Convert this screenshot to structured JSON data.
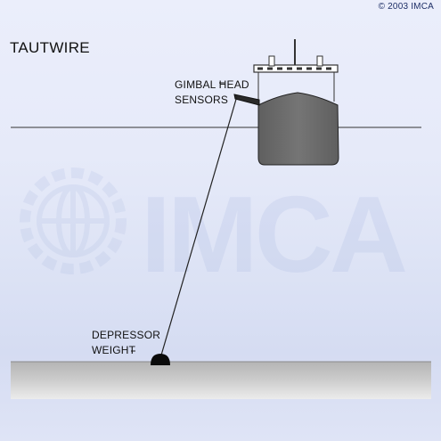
{
  "title": "TAUTWIRE",
  "copyright": "© 2003 IMCA",
  "labels": {
    "gimbal_line1": "GIMBAL HEAD",
    "gimbal_line2": "SENSORS",
    "depressor_line1": "DEPRESSOR",
    "depressor_line2": "WEIGHT"
  },
  "watermark": {
    "text": "IMCA",
    "icon": "globe-gear-icon"
  },
  "colors": {
    "background": "#e6eaf9",
    "hull": "#6b6b6b",
    "seabed": "#c9c9c9",
    "text": "#111111",
    "copyright": "#1d2e66"
  }
}
